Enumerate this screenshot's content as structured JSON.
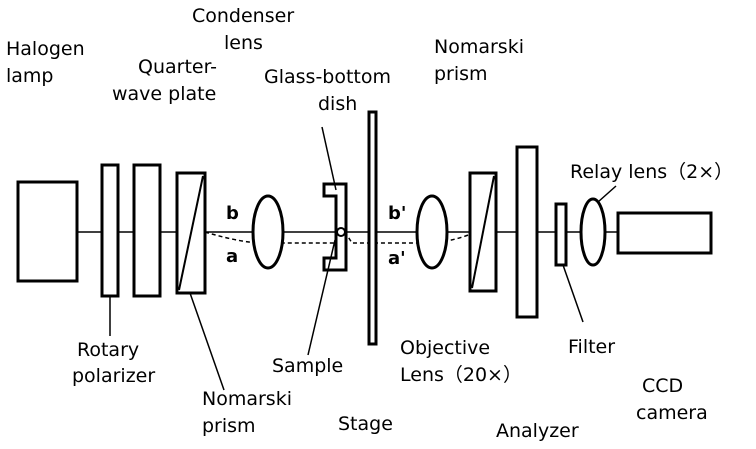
{
  "components": {
    "halogen_lamp": [
      "Halogen",
      "lamp"
    ],
    "quarter_wave_plate": [
      "Quarter-",
      "wave plate"
    ],
    "condenser_lens": [
      "Condenser",
      "lens"
    ],
    "glass_bottom_dish": [
      "Glass-bottom",
      "dish"
    ],
    "nomarski_prism_top": [
      "Nomarski",
      "prism"
    ],
    "relay_lens": "Relay lens（2×）",
    "rotary_polarizer": [
      "Rotary",
      "polarizer"
    ],
    "nomarski_prism_bottom": [
      "Nomarski",
      "prism"
    ],
    "sample": "Sample",
    "stage": "Stage",
    "objective_lens": [
      "Objective",
      "Lens（20×）"
    ],
    "analyzer": "Analyzer",
    "filter": "Filter",
    "ccd_camera": [
      "CCD",
      "camera"
    ]
  },
  "rays": {
    "b": "b",
    "a": "a",
    "b_prime": "b'",
    "a_prime": "a'"
  }
}
